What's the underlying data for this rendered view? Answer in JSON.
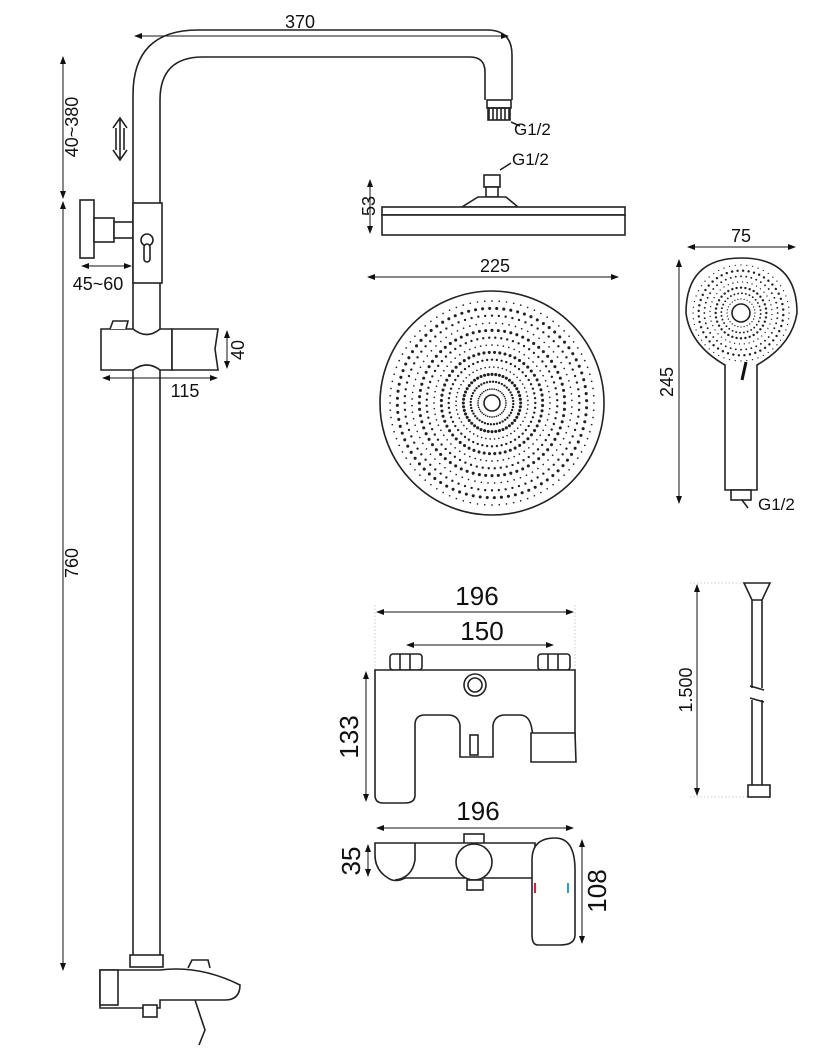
{
  "rail_system": {
    "arm_length": "370",
    "height_adjust": "40~380",
    "rail_height": "760",
    "bracket_offset": "45~60",
    "holder_height": "40",
    "holder_width": "115",
    "arm_thread": "G1/2"
  },
  "overhead_shower": {
    "thread": "G1/2",
    "height": "53",
    "diameter": "225"
  },
  "hand_shower": {
    "head_width": "75",
    "length": "245",
    "thread": "G1/2"
  },
  "hose": {
    "length": "1.500"
  },
  "mixer": {
    "width_top": "196",
    "inlet_spacing": "150",
    "depth": "133",
    "width_front": "196",
    "body_height": "35",
    "handle_height": "108"
  },
  "colors": {
    "hot": "#e02030",
    "cold": "#20a0d8",
    "line": "#222222"
  }
}
